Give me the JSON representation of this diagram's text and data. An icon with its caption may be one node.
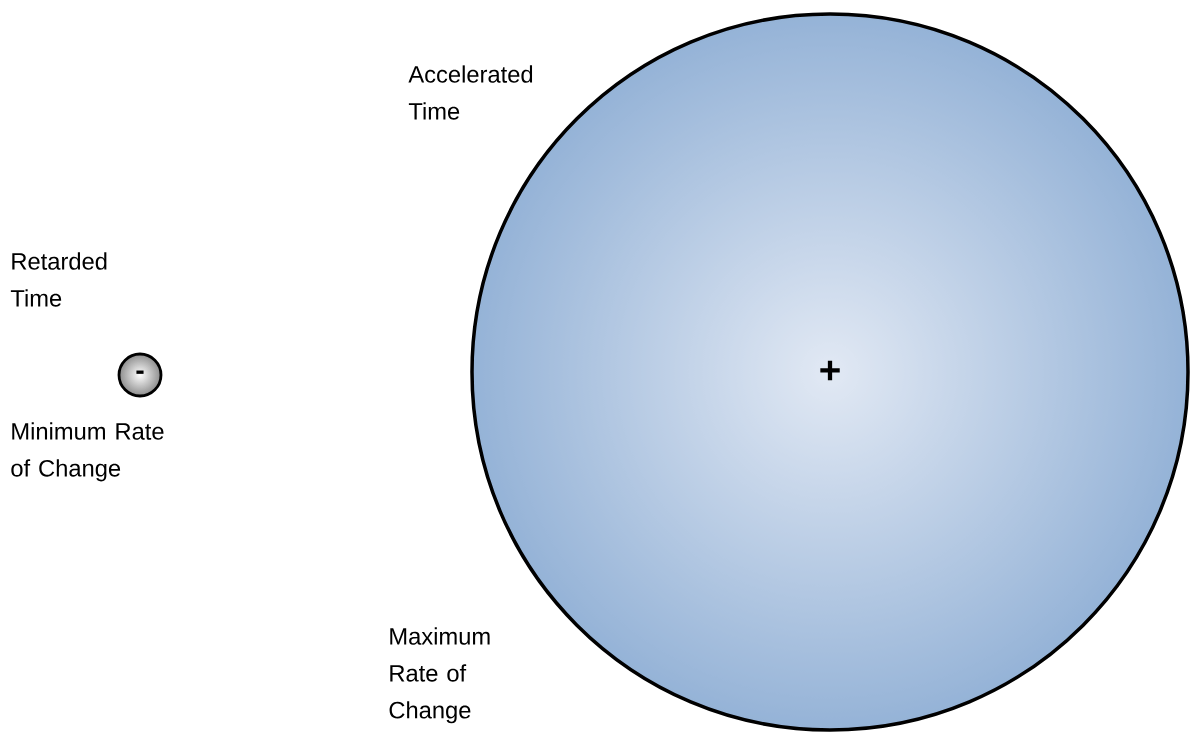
{
  "diagram": {
    "nodes": [
      {
        "text": [
          "-"
        ],
        "beside": [
          "Retarded Time",
          "Minimum Rate of Change"
        ]
      },
      {
        "text": [
          "+"
        ],
        "beside": [
          "Accelerated Time",
          "Maximum Rate of Change"
        ]
      }
    ]
  }
}
